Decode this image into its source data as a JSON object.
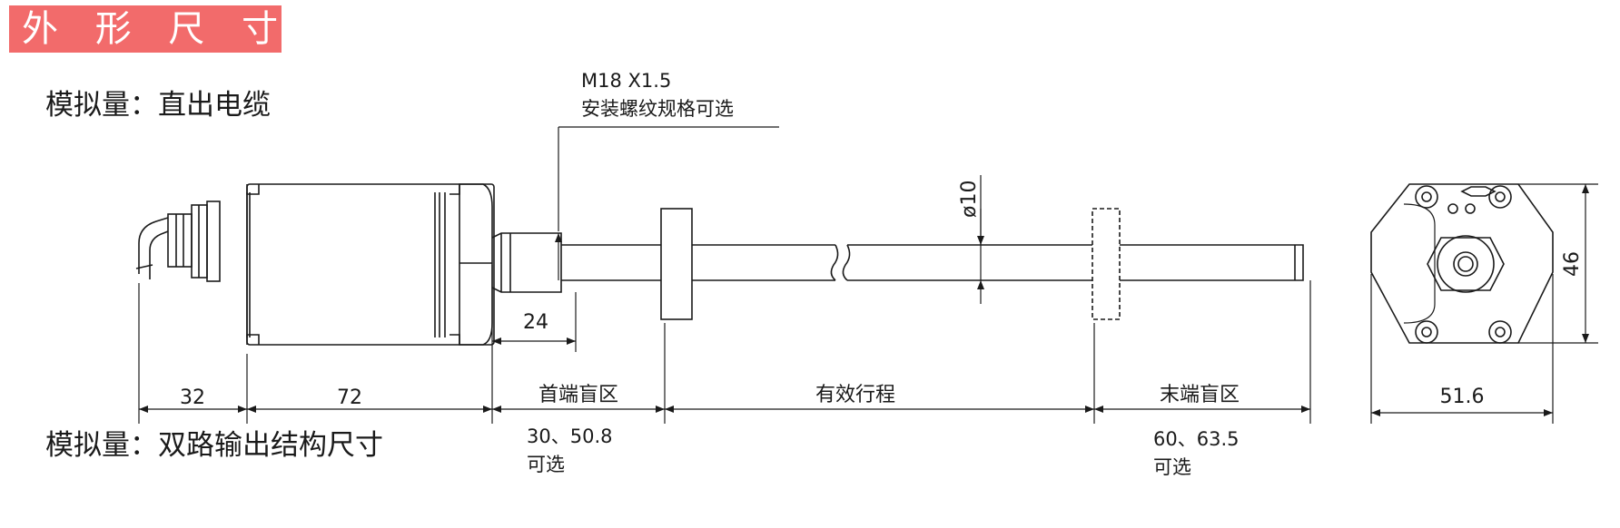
{
  "header": {
    "title": "外 形 尺 寸："
  },
  "sections": {
    "section1_title": "模拟量：直出电缆",
    "section2_title": "模拟量：双路输出结构尺寸"
  },
  "callout": {
    "thread_line1": "M18 X1.5",
    "thread_line2": "安装螺纹规格可选"
  },
  "dimensions": {
    "rod_dia": "ø10",
    "cable": "32",
    "body": "72",
    "thread_len": "24",
    "head_zone": "首端盲区",
    "stroke": "有效行程",
    "tail_zone": "末端盲区",
    "head_opts": "30、50.8",
    "head_opts_note": "可选",
    "tail_opts": "60、63.5",
    "tail_opts_note": "可选",
    "end_height": "46",
    "end_width": "51.6"
  },
  "colors": {
    "banner": "#f26b6b",
    "ink": "#1a1a1a"
  }
}
